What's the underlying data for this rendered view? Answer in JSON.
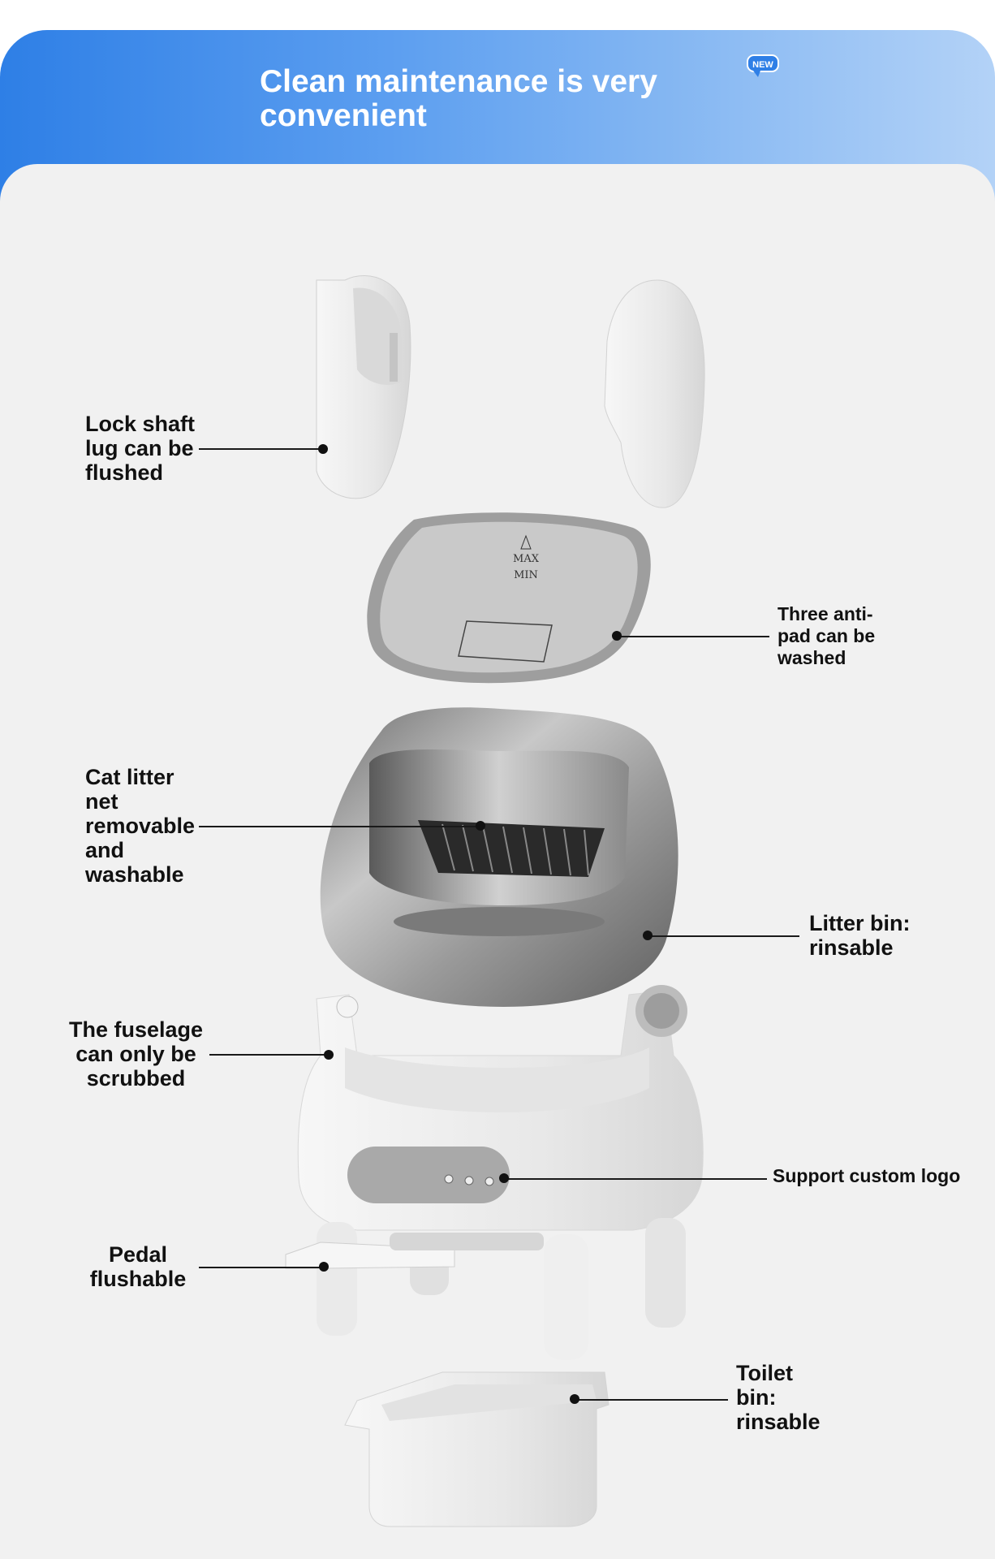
{
  "header": {
    "title": "Clean maintenance is very convenient",
    "badge": "NEW"
  },
  "illustration": {
    "icons": [
      "lock-shaft-lug-image",
      "cover-piece-image",
      "anti-pad-image",
      "litter-bin-image",
      "fuselage-image",
      "pedal-image",
      "toilet-bin-image"
    ],
    "pad_markings": [
      "MAX",
      "MIN"
    ]
  },
  "callouts": {
    "lock_shaft": "Lock shaft lug can be flushed",
    "anti_pad": "Three anti-pad can be washed",
    "litter_net": "Cat litter net removable and washable",
    "litter_bin": "Litter bin: rinsable",
    "fuselage": "The fuselage can only be scrubbed",
    "custom_logo": "Support custom logo",
    "pedal": "Pedal flushable",
    "toilet_bin": "Toilet bin: rinsable"
  },
  "colors": {
    "header_start": "#2e7fe6",
    "header_end": "#b3d2f7",
    "panel_bg": "#f1f1f1",
    "badge_bg": "#2f7fe6"
  }
}
